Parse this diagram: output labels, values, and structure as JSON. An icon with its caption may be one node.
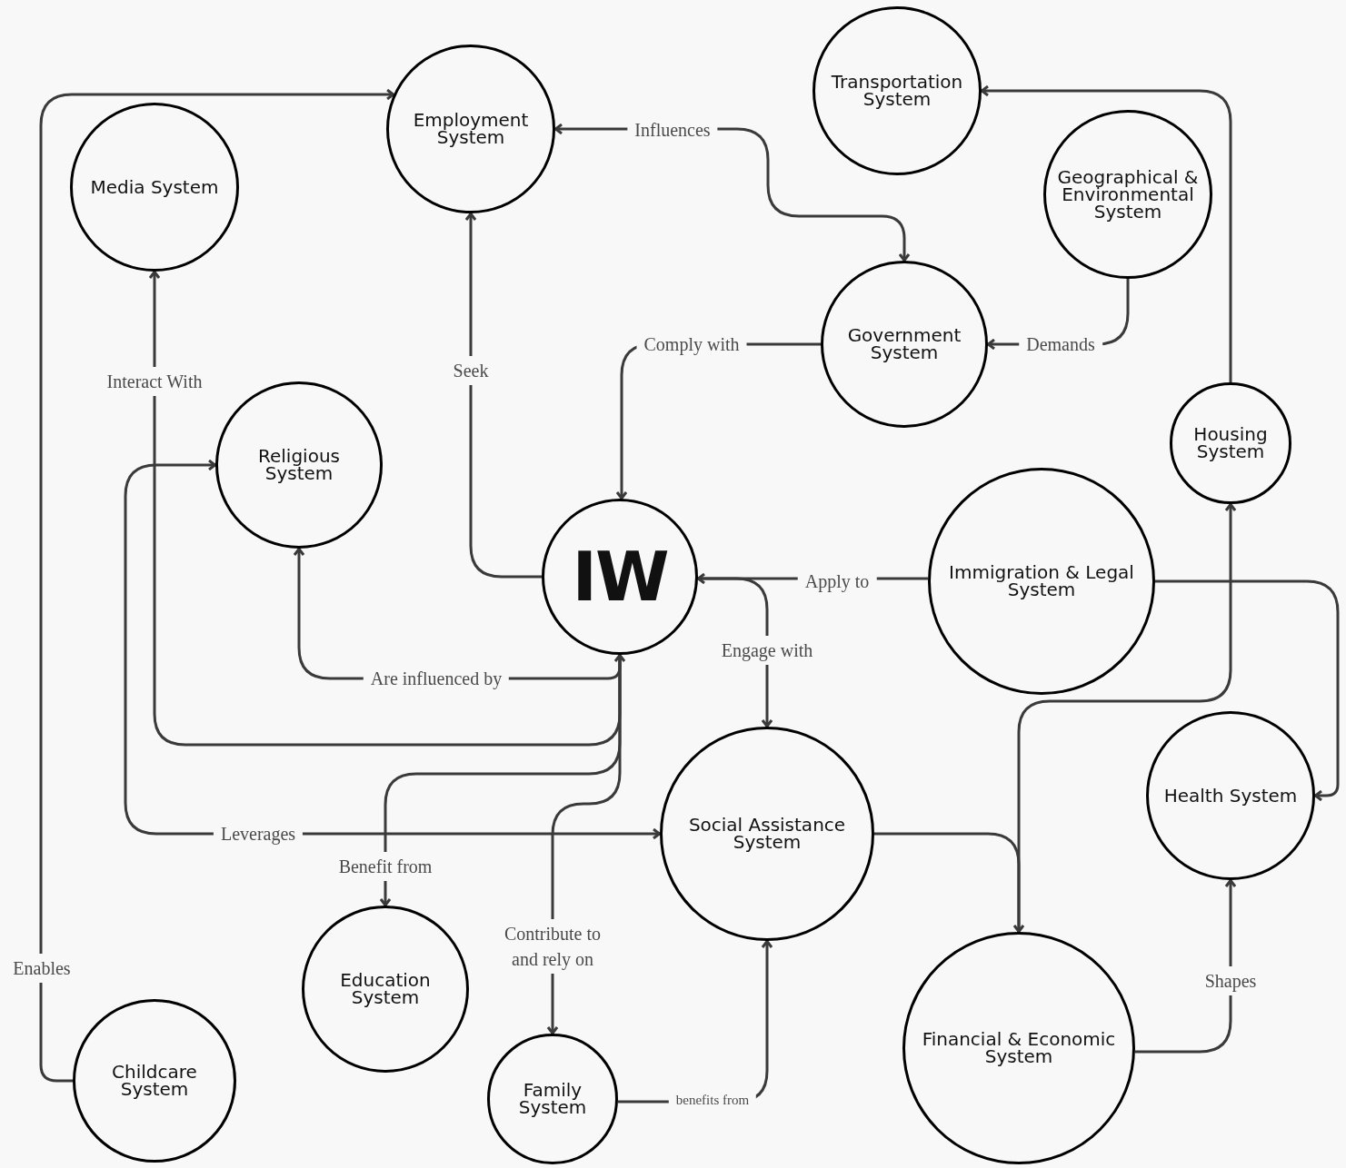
{
  "diagram": {
    "nodes": [
      {
        "text": [
          "Transportation System"
        ]
      },
      {
        "text": [
          "Employment System"
        ]
      },
      {
        "text": [
          "Media System"
        ]
      },
      {
        "text": [
          "Geographical & Environmental System"
        ]
      },
      {
        "text": [
          "Government System"
        ]
      },
      {
        "text": [
          "Religious System"
        ]
      },
      {
        "text": [
          "Housing System"
        ]
      },
      {
        "text": [
          "IW"
        ]
      },
      {
        "text": [
          "Immigration & Legal System"
        ]
      },
      {
        "text": [
          "Health System"
        ]
      },
      {
        "text": [
          "Social Assistance System"
        ]
      },
      {
        "text": [
          "Education System"
        ]
      },
      {
        "text": [
          "Financial & Economic System"
        ]
      },
      {
        "text": [
          "Childcare System"
        ]
      },
      {
        "text": [
          "Family System"
        ]
      }
    ],
    "edges": [
      {
        "from": 13,
        "to": 1,
        "arrow": "to",
        "label": "Enables"
      },
      {
        "from": 7,
        "to": 1,
        "arrow": "to",
        "label": "Seek"
      },
      {
        "from": 1,
        "to": 4,
        "arrow": "both",
        "label": "Influences"
      },
      {
        "from": 4,
        "to": 7,
        "arrow": "to",
        "label": "Comply with"
      },
      {
        "from": 3,
        "to": 4,
        "arrow": "to",
        "label": "Demands"
      },
      {
        "from": 6,
        "to": 0,
        "arrow": "to"
      },
      {
        "from": 7,
        "to": 2,
        "arrow": "to",
        "label": "Interact With"
      },
      {
        "from": 5,
        "to": 7,
        "arrow": "both",
        "label": "Are influenced by"
      },
      {
        "from": 5,
        "to": 10,
        "arrow": "both",
        "label": "Leverages"
      },
      {
        "from": 7,
        "to": 11,
        "arrow": "to",
        "label": "Benefit from"
      },
      {
        "from": 7,
        "to": 14,
        "arrow": "to",
        "label": "Contribute to and rely on"
      },
      {
        "from": 14,
        "to": 10,
        "arrow": "to",
        "label": "benefits from"
      },
      {
        "from": 8,
        "to": 7,
        "arrow": "to",
        "label": "Apply to"
      },
      {
        "from": 7,
        "to": 10,
        "arrow": "to",
        "label": "Engage with"
      },
      {
        "from": 8,
        "to": 9,
        "arrow": "to"
      },
      {
        "from": 10,
        "to": 12,
        "arrow": "to"
      },
      {
        "from": 12,
        "to": 6,
        "arrow": "to"
      },
      {
        "from": 12,
        "to": 9,
        "arrow": "to",
        "label": "Shapes"
      }
    ]
  }
}
